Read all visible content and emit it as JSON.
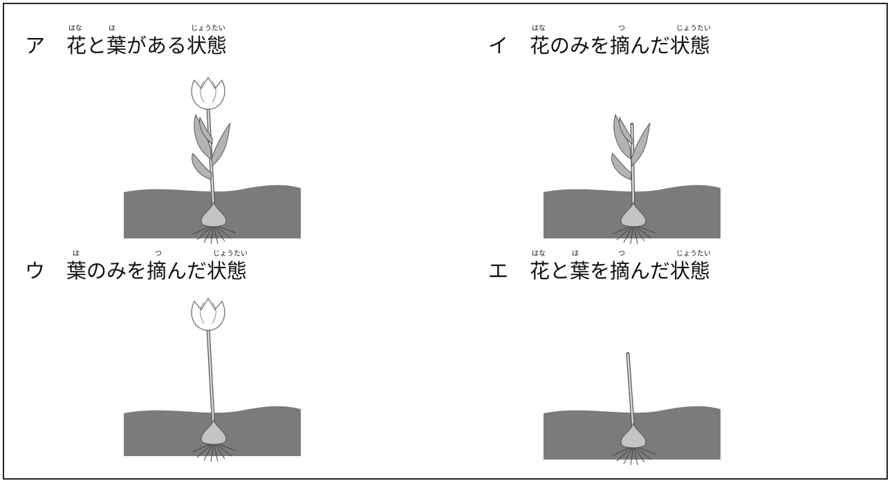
{
  "panels": [
    {
      "letter": "ア",
      "text": "花と葉がある状態",
      "ruby": [
        {
          "text": "はな",
          "at": 0
        },
        {
          "text": "は",
          "at": 2
        },
        {
          "text": "じょうたい",
          "at": 6
        }
      ],
      "flower": true,
      "leaves": true
    },
    {
      "letter": "イ",
      "text": "花のみを摘んだ状態",
      "ruby": [
        {
          "text": "はな",
          "at": 0
        },
        {
          "text": "つ",
          "at": 4
        },
        {
          "text": "じょうたい",
          "at": 7
        }
      ],
      "flower": false,
      "leaves": true
    },
    {
      "letter": "ウ",
      "text": "葉のみを摘んだ状態",
      "ruby": [
        {
          "text": "は",
          "at": 0
        },
        {
          "text": "つ",
          "at": 4
        },
        {
          "text": "じょうたい",
          "at": 7
        }
      ],
      "flower": true,
      "leaves": false
    },
    {
      "letter": "エ",
      "text": "花と葉を摘んだ状態",
      "ruby": [
        {
          "text": "はな",
          "at": 0
        },
        {
          "text": "は",
          "at": 2
        },
        {
          "text": "つ",
          "at": 4
        },
        {
          "text": "じょうたい",
          "at": 7
        }
      ],
      "flower": false,
      "leaves": false
    }
  ],
  "colors": {
    "soil": "#7a7b7d",
    "leaf": "#b3b3b3",
    "bulb": "#c4c4c4",
    "stroke": "#555555"
  }
}
